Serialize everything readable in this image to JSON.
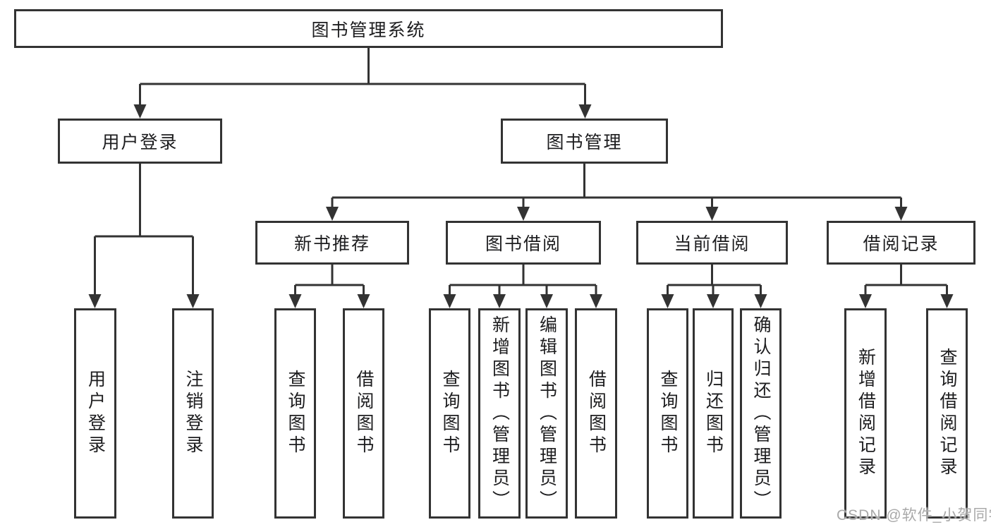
{
  "nodes": {
    "root": "图书管理系统",
    "user_login": "用户登录",
    "book_mgmt": "图书管理",
    "new_book_rec": "新书推荐",
    "book_borrow": "图书借阅",
    "current_borrow": "当前借阅",
    "borrow_records": "借阅记录",
    "leaf_user_login": "用户登录",
    "leaf_logout": "注销登录",
    "leaf_nbr_query": "查询图书",
    "leaf_nbr_borrow": "借阅图书",
    "leaf_bb_query": "查询图书",
    "leaf_bb_add": "新增图书（管理员）",
    "leaf_bb_edit": "编辑图书（管理员）",
    "leaf_bb_borrow": "借阅图书",
    "leaf_cb_query": "查询图书",
    "leaf_cb_return": "归还图书",
    "leaf_cb_confirm": "确认归还（管理员）",
    "leaf_br_add": "新增借阅记录",
    "leaf_br_query": "查询借阅记录"
  },
  "edges": [
    [
      "root",
      "user_login"
    ],
    [
      "root",
      "book_mgmt"
    ],
    [
      "user_login",
      "leaf_user_login"
    ],
    [
      "user_login",
      "leaf_logout"
    ],
    [
      "book_mgmt",
      "new_book_rec"
    ],
    [
      "book_mgmt",
      "book_borrow"
    ],
    [
      "book_mgmt",
      "current_borrow"
    ],
    [
      "book_mgmt",
      "borrow_records"
    ],
    [
      "new_book_rec",
      "leaf_nbr_query"
    ],
    [
      "new_book_rec",
      "leaf_nbr_borrow"
    ],
    [
      "book_borrow",
      "leaf_bb_query"
    ],
    [
      "book_borrow",
      "leaf_bb_add"
    ],
    [
      "book_borrow",
      "leaf_bb_edit"
    ],
    [
      "book_borrow",
      "leaf_bb_borrow"
    ],
    [
      "current_borrow",
      "leaf_cb_query"
    ],
    [
      "current_borrow",
      "leaf_cb_return"
    ],
    [
      "current_borrow",
      "leaf_cb_confirm"
    ],
    [
      "borrow_records",
      "leaf_br_add"
    ],
    [
      "borrow_records",
      "leaf_br_query"
    ]
  ],
  "watermark": "CSDN @软件_小贺同学",
  "colors": {
    "line": "#333333",
    "text": "#1d1d1f",
    "background": "#ffffff",
    "watermark": "#a9a9a9"
  }
}
